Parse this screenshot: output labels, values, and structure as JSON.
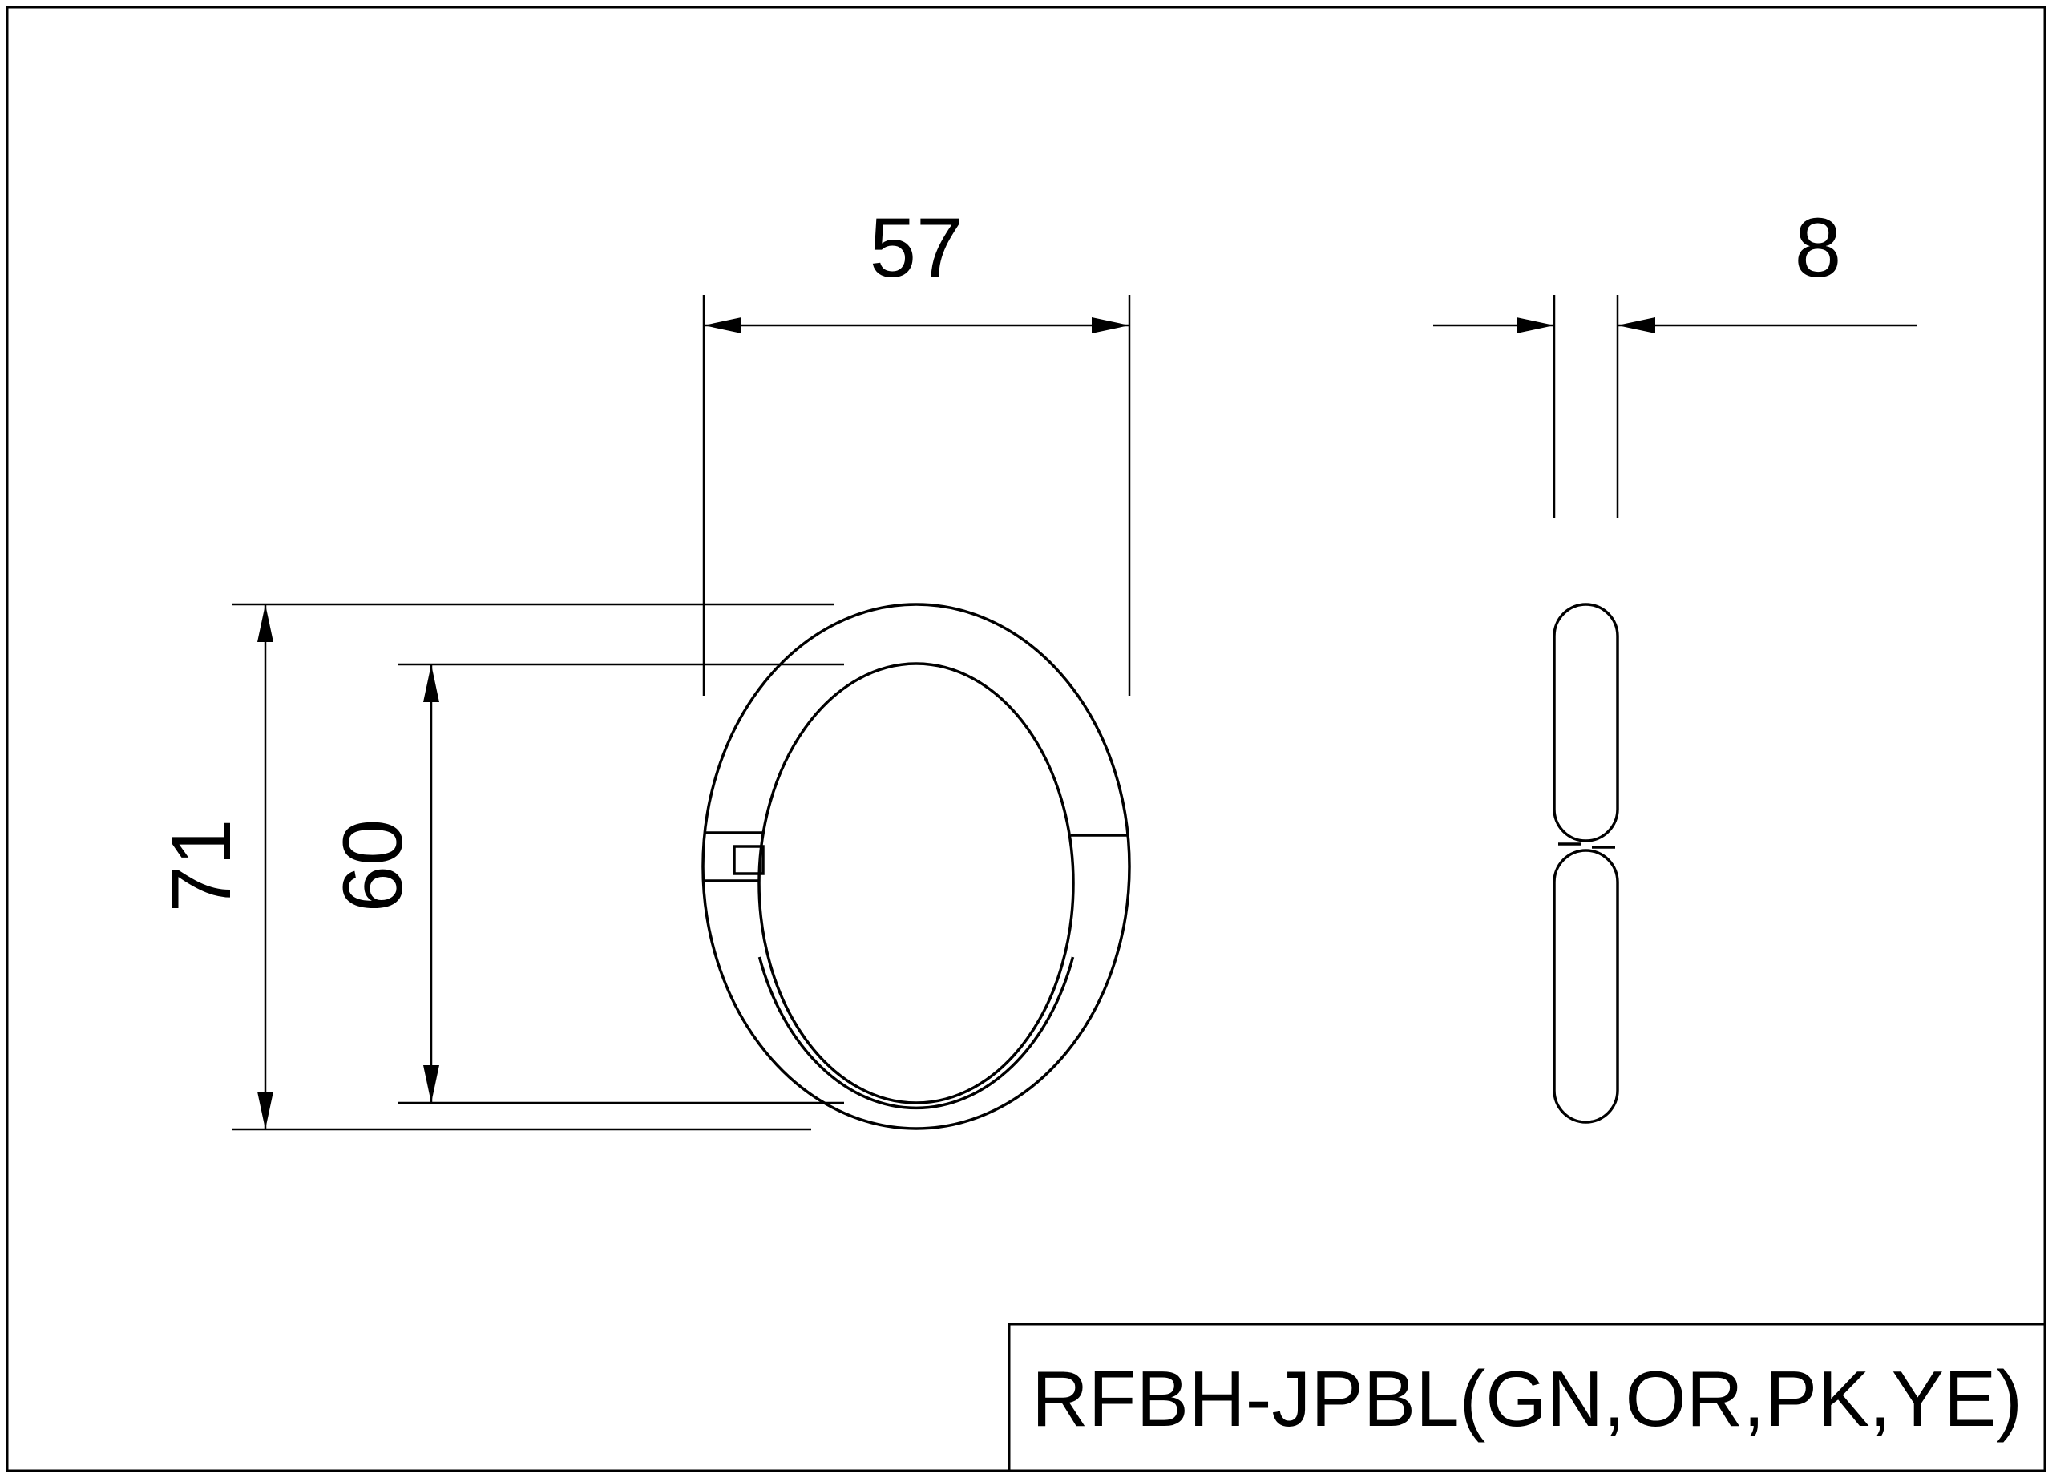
{
  "drawing": {
    "dimensions": {
      "front_width": "57",
      "side_thickness": "8",
      "front_outer_height": "71",
      "front_inner_height": "60"
    },
    "title_block": {
      "part_number": "RFBH-JPBL(GN,OR,PK,YE)"
    },
    "colors": {
      "line": "#000000",
      "background": "#ffffff"
    }
  }
}
